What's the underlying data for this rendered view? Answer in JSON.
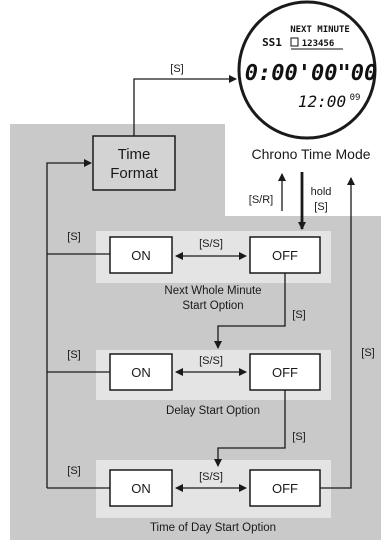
{
  "time_format_box": {
    "line1": "Time",
    "line2": "Format"
  },
  "chrono_mode_label": "Chrono Time Mode",
  "watch_display": {
    "top_labels": "NEXT MINUTE",
    "left_code": "SS1",
    "digit_row": "123456",
    "main_time": "0:00'00\"00",
    "sub_time": "12:00",
    "sub_seconds": "09"
  },
  "buttons": {
    "on": "ON",
    "off": "OFF"
  },
  "options": [
    {
      "line1": "Next Whole Minute",
      "line2": "Start Option"
    },
    {
      "line1": "Delay Start Option",
      "line2": ""
    },
    {
      "line1": "Time of Day Start Option",
      "line2": ""
    }
  ],
  "arrow_labels": {
    "s": "[S]",
    "ss": "[S/S]",
    "sr": "[S/R]",
    "hold": "hold"
  }
}
